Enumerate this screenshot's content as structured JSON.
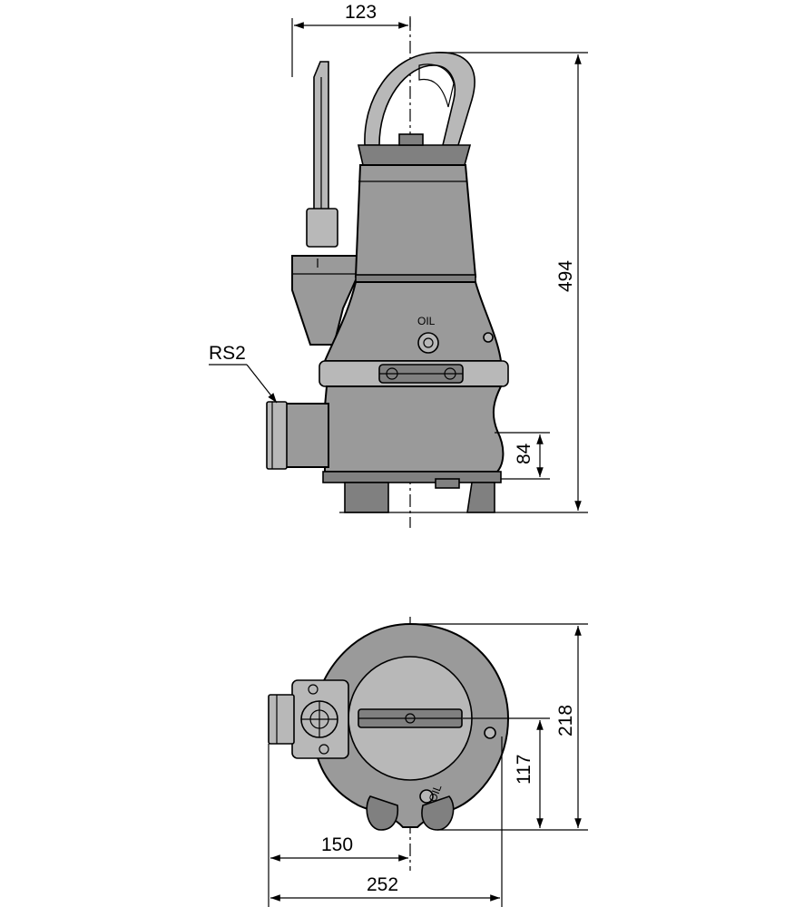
{
  "drawing": {
    "side_view": {
      "dim_top_width": "123",
      "dim_height_total": "494",
      "dim_outlet_height": "84",
      "outlet_label": "RS2",
      "oil_label": "OIL"
    },
    "plan_view": {
      "dim_depth_total": "218",
      "dim_depth_center": "117",
      "dim_center_offset": "150",
      "dim_width_total": "252",
      "oil_label": "OIL"
    }
  }
}
